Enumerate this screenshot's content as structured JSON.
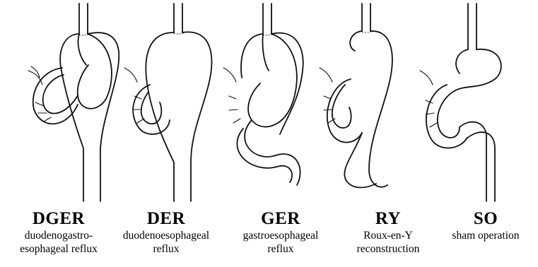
{
  "panels": [
    {
      "abbr": "DGER",
      "line1": "duodenogastro-",
      "line2": "esophageal reflux"
    },
    {
      "abbr": "DER",
      "line1": "duodenoesophageal",
      "line2": "reflux"
    },
    {
      "abbr": "GER",
      "line1": "gastroesophageal",
      "line2": "reflux"
    },
    {
      "abbr": "RY",
      "line1": "Roux-en-Y",
      "line2": "reconstruction"
    },
    {
      "abbr": "SO",
      "line1": "sham operation",
      "line2": ""
    }
  ]
}
